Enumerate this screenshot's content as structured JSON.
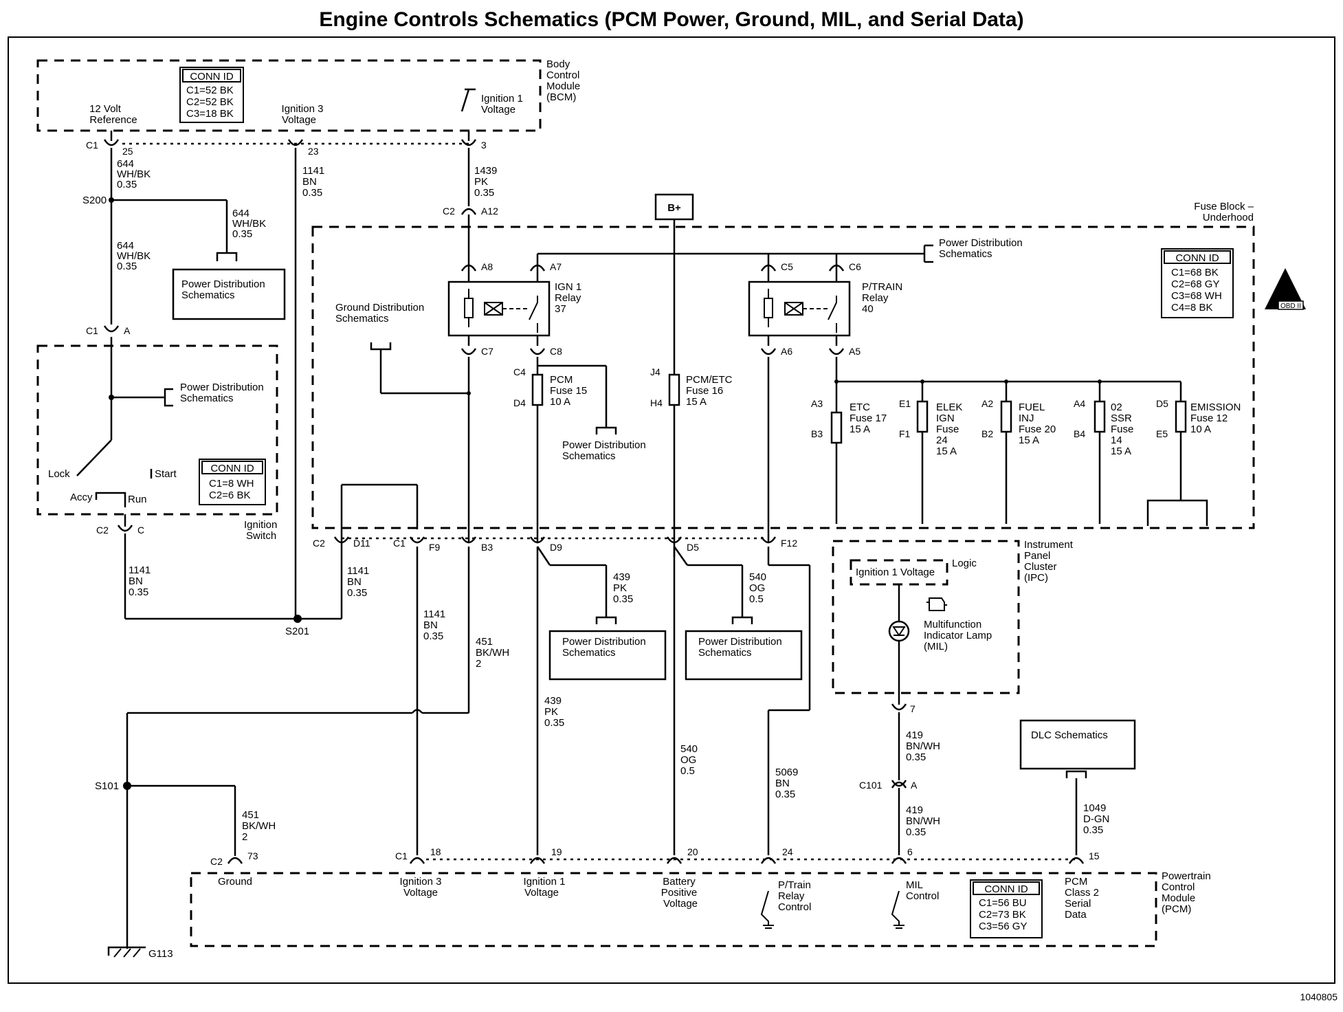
{
  "title": "Engine Controls Schematics (PCM Power, Ground, MIL, and Serial Data)",
  "figure_id": "1040805",
  "modules": {
    "bcm": {
      "name": [
        "Body",
        "Control",
        "Module",
        "(BCM)"
      ],
      "conn_title": "CONN ID",
      "conn": [
        "C1=52 BK",
        "C2=52 BK",
        "C3=18 BK"
      ],
      "ref12v": [
        "12 Volt",
        "Reference"
      ],
      "ign3": [
        "Ignition 3",
        "Voltage"
      ],
      "ign1": [
        "Ignition 1",
        "Voltage"
      ]
    },
    "fuse_block": {
      "name": [
        "Fuse Block –",
        "Underhood"
      ],
      "conn_title": "CONN ID",
      "conn": [
        "C1=68 BK",
        "C2=68 GY",
        "C3=68 WH",
        "C4=8 BK"
      ]
    },
    "ignition_switch": {
      "name": [
        "Ignition",
        "Switch"
      ],
      "conn_title": "CONN ID",
      "conn": [
        "C1=8 WH",
        "C2=6 BK"
      ],
      "lock": "Lock",
      "start": "Start",
      "accy": "Accy",
      "run": "Run"
    },
    "ipc": {
      "name": [
        "Instrument",
        "Panel",
        "Cluster",
        "(IPC)"
      ],
      "logic": "Logic",
      "ign1": "Ignition 1 Voltage",
      "mil": [
        "Multifunction",
        "Indicator Lamp",
        "(MIL)"
      ]
    },
    "pcm": {
      "name": [
        "Powertrain",
        "Control",
        "Module",
        "(PCM)"
      ],
      "conn_title": "CONN ID",
      "conn": [
        "C1=56 BU",
        "C2=73 BK",
        "C3=56 GY"
      ],
      "ground": "Ground",
      "ign3": [
        "Ignition 3",
        "Voltage"
      ],
      "ign1": [
        "Ignition 1",
        "Voltage"
      ],
      "batt": [
        "Battery",
        "Positive",
        "Voltage"
      ],
      "ptrain": [
        "P/Train",
        "Relay",
        "Control"
      ],
      "mil": [
        "MIL",
        "Control"
      ],
      "class2": [
        "PCM",
        "Class 2",
        "Serial",
        "Data"
      ]
    }
  },
  "relays": {
    "ign1": [
      "IGN 1",
      "Relay",
      "37"
    ],
    "ptrain": [
      "P/TRAIN",
      "Relay",
      "40"
    ]
  },
  "fuses": {
    "pcm15": [
      "PCM",
      "Fuse 15",
      "10 A"
    ],
    "pcmetc16": [
      "PCM/ETC",
      "Fuse 16",
      "15 A"
    ],
    "etc17": [
      "ETC",
      "Fuse 17",
      "15 A"
    ],
    "elek24": [
      "ELEK",
      "IGN",
      "Fuse",
      "24",
      "15 A"
    ],
    "fuel20": [
      "FUEL",
      "INJ",
      "Fuse 20",
      "15 A"
    ],
    "ssr14": [
      "02",
      "SSR",
      "Fuse",
      "14",
      "15 A"
    ],
    "emission12": [
      "EMISSION",
      "Fuse 12",
      "10 A"
    ]
  },
  "refs": {
    "power_dist": [
      "Power Distribution",
      "Schematics"
    ],
    "ground_dist": [
      "Ground Distribution",
      "Schematics"
    ],
    "dlc": "DLC Schematics"
  },
  "bplus": "B+",
  "obd_badge": "OBD II",
  "wires": {
    "w644": [
      "644",
      "WH/BK",
      "0.35"
    ],
    "w1141": [
      "1141",
      "BN",
      "0.35"
    ],
    "w1439": [
      "1439",
      "PK",
      "0.35"
    ],
    "w451": [
      "451",
      "BK/WH",
      "2"
    ],
    "w439": [
      "439",
      "PK",
      "0.35"
    ],
    "w540_05": [
      "540",
      "OG",
      "0.5"
    ],
    "w5069": [
      "5069",
      "BN",
      "0.35"
    ],
    "w419": [
      "419",
      "BN/WH",
      "0.35"
    ],
    "w1049": [
      "1049",
      "D-GN",
      "0.35"
    ]
  },
  "splices": {
    "s200": "S200",
    "s201": "S201",
    "s101": "S101",
    "g113": "G113"
  },
  "pins": {
    "c1": "C1",
    "c2": "C2",
    "c4": "C4",
    "d4": "D4",
    "j4": "J4",
    "h4": "H4",
    "p25": "25",
    "p23": "23",
    "p3": "3",
    "a12": "A12",
    "a8": "A8",
    "a7": "A7",
    "c5": "C5",
    "c6": "C6",
    "c7": "C7",
    "c8": "C8",
    "a6": "A6",
    "a5": "A5",
    "a3": "A3",
    "b3": "B3",
    "e1": "E1",
    "f1": "F1",
    "a2": "A2",
    "b2": "B2",
    "a4": "A4",
    "b4": "B4",
    "d5": "D5",
    "e5": "E5",
    "a": "A",
    "c": "C",
    "d11": "D11",
    "f9": "F9",
    "d9": "D9",
    "f12": "F12",
    "p7": "7",
    "c101": "C101",
    "p73": "73",
    "p18": "18",
    "p19": "19",
    "p20": "20",
    "p24": "24",
    "p6": "6",
    "p15": "15"
  }
}
